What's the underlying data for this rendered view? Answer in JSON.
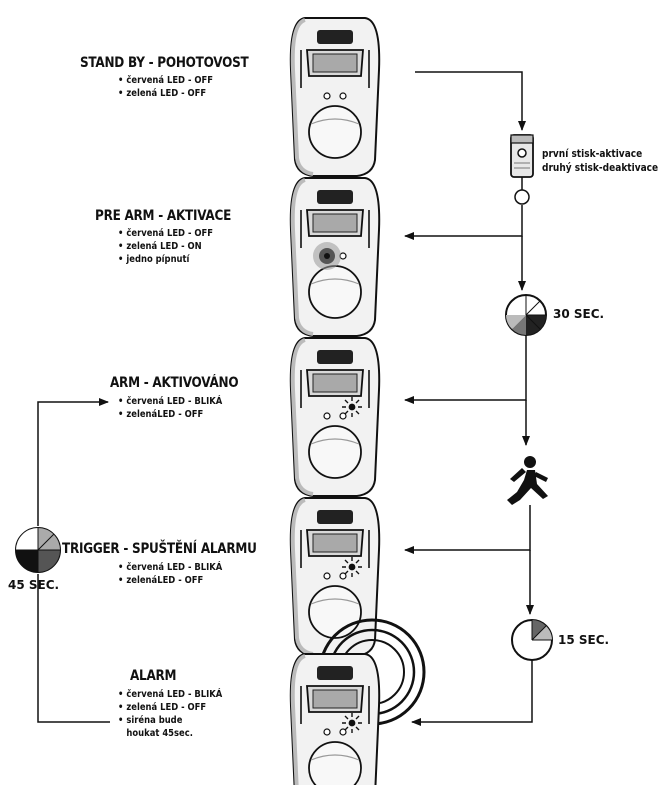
{
  "colors": {
    "ink": "#111111",
    "device_body": "#f2f2f2",
    "device_shade": "#c9c9c9",
    "paper": "#ffffff"
  },
  "states": [
    {
      "id": "standby",
      "title": "STAND BY - POHOTOVOST",
      "lines": [
        "červená LED - OFF",
        "zelená LED - OFF"
      ],
      "continuation": []
    },
    {
      "id": "prearm",
      "title": "PRE ARM - AKTIVACE",
      "lines": [
        "červená LED - OFF",
        "zelená LED - ON",
        "jedno pípnutí"
      ],
      "continuation": []
    },
    {
      "id": "arm",
      "title": "ARM - AKTIVOVÁNO",
      "lines": [
        "červená LED - BLIKÁ",
        "zelenáLED - OFF"
      ],
      "continuation": []
    },
    {
      "id": "trigger",
      "title": "TRIGGER - SPUŠTĚNÍ ALARMU",
      "lines": [
        "červená LED - BLIKÁ",
        "zelenáLED - OFF"
      ],
      "continuation": []
    },
    {
      "id": "alarm",
      "title": "ALARM",
      "lines": [
        "červená LED - BLIKÁ",
        "zelená LED - OFF",
        "siréna bude"
      ],
      "continuation": [
        "houkat 45sec."
      ]
    }
  ],
  "remote": {
    "icon": "remote-control-icon",
    "line1": "první stisk-aktivace",
    "line2": "druhý stisk-deaktivace"
  },
  "timers": [
    {
      "id": "t30",
      "label": "30 SEC.",
      "icon": "timer-icon"
    },
    {
      "id": "t15",
      "label": "15 SEC.",
      "icon": "timer-icon"
    },
    {
      "id": "t45",
      "label": "45 SEC.",
      "icon": "timer-icon"
    }
  ],
  "intruder": {
    "icon": "walking-person-icon"
  }
}
